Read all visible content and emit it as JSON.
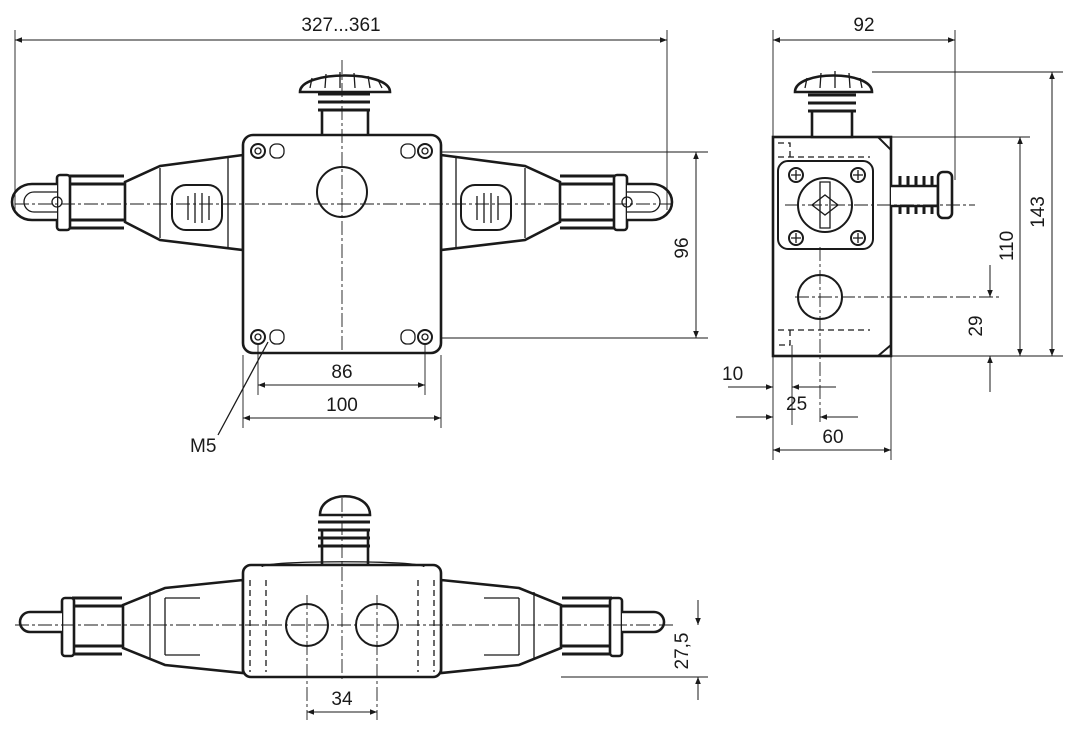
{
  "dimensions": {
    "overall_length": "327...361",
    "side_width": "92",
    "height_96": "96",
    "height_143": "143",
    "height_110": "110",
    "height_29": "29",
    "hole_spacing_86": "86",
    "body_width_100": "100",
    "side_10": "10",
    "side_25": "25",
    "depth_60": "60",
    "bottom_height": "27,5",
    "bottom_spacing": "34"
  },
  "callouts": {
    "thread": "M5"
  }
}
